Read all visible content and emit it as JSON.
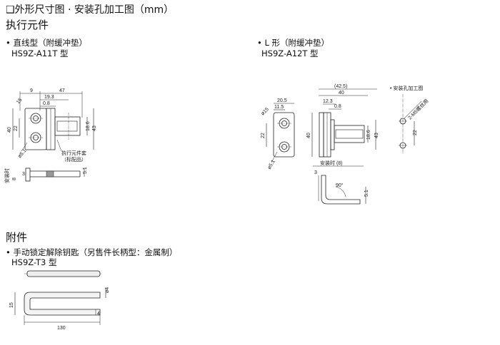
{
  "header": {
    "title": "❑外形尺寸图 · 安装孔加工图（mm）",
    "section_main": "执行元件",
    "section_accessory": "附件"
  },
  "straight": {
    "label": "• 直线型（附缓冲垫）",
    "model": "HS9Z-A11T 型",
    "dims": {
      "d9": "9",
      "d47": "47",
      "d19_3": "19.3",
      "d0_8": "0.8",
      "d15": "15",
      "d40": "40",
      "d22": "22",
      "d18_6": "18.6",
      "d43": "43",
      "d5_1": "ø5.1",
      "d3": "3",
      "d8": "8",
      "d5_1b": "5.1"
    },
    "note_part": "执行元件套",
    "note_std": "（标配品）",
    "install_label": "安装时"
  },
  "lshape": {
    "label": "• L 形（附缓冲垫）",
    "model": "HS9Z-A12T 型",
    "dims": {
      "d42_5": "(42.5)",
      "d40": "40",
      "d20_5": "20.5",
      "d11_5": "11.5",
      "d15": "ø15",
      "d12_3": "12.3",
      "d0_8": "0.8",
      "d22": "22",
      "d40v": "40",
      "d18_6": "18.6",
      "d43": "43",
      "d5_1": "ø5.1",
      "d3": "3",
      "d90": "90°",
      "d5_1b": "5.1"
    },
    "install_label": "安装时 (8)"
  },
  "mounting": {
    "label": "• 安装孔加工图",
    "screw": "2-M5螺丝用",
    "d22": "22"
  },
  "key": {
    "label": "• 手动锁定解除钥匙（另售件长柄型：金属制）",
    "model": "HS9Z-T3 型",
    "dims": {
      "d4": "ø4",
      "d15": "15",
      "d4b": "4",
      "d130": "130"
    }
  }
}
